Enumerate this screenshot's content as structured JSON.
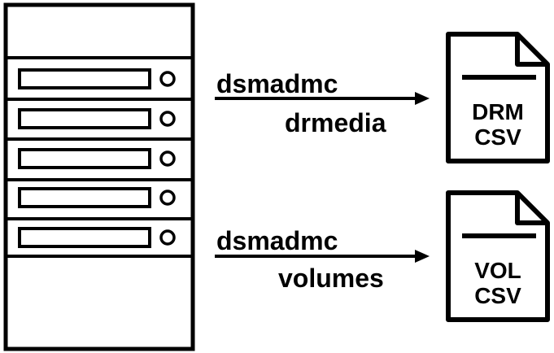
{
  "flows": [
    {
      "command": "dsmadmc",
      "argument": "drmedia",
      "output_line1": "DRM",
      "output_line2": "CSV"
    },
    {
      "command": "dsmadmc",
      "argument": "volumes",
      "output_line1": "VOL",
      "output_line2": "CSV"
    }
  ],
  "colors": {
    "stroke": "#000000",
    "background": "#ffffff"
  },
  "icons": {
    "server": "server-rack-icon",
    "document": "csv-document-icon",
    "arrow": "right-arrow-icon"
  }
}
